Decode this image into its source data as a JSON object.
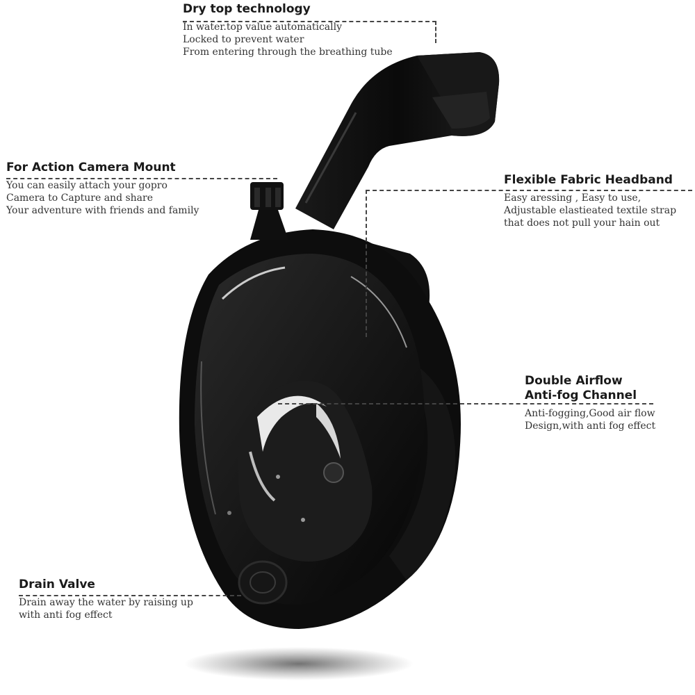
{
  "callouts": {
    "dry_top": {
      "title": "Dry top technology",
      "lines": [
        "In water.top value automatically",
        "Locked to prevent water",
        "From entering through the breathing tube"
      ]
    },
    "camera_mount": {
      "title": "For Action Camera Mount",
      "lines": [
        "You can easily attach your gopro",
        "Camera to Capture and share",
        "Your adventure with friends and family"
      ]
    },
    "headband": {
      "title": "Flexible Fabric Headband",
      "lines": [
        "Easy aressing , Easy to use,",
        "Adjustable elastieated textile strap",
        "that does not pull your hain out"
      ]
    },
    "airflow": {
      "title_lines": [
        "Double Airflow",
        "Anti-fog Channel"
      ],
      "lines": [
        "Anti-fogging,Good air flow",
        "Design,with anti fog effect"
      ]
    },
    "drain_valve": {
      "title": "Drain Valve",
      "lines": [
        "Drain away the water by raising up",
        "with anti fog effect"
      ]
    }
  },
  "colors": {
    "mask_body": "#0d0d0d",
    "lens_tint": "#1b1b1b",
    "highlight": "#e9e9e9",
    "dashed_line": "#444444"
  }
}
